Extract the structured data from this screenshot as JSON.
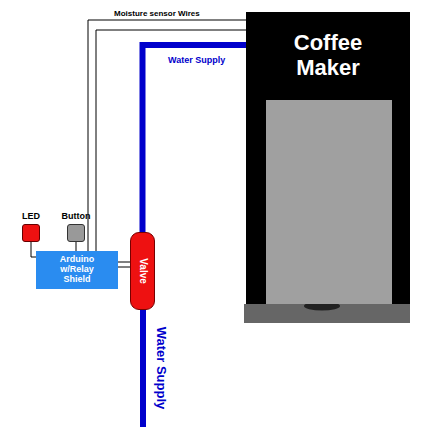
{
  "diagram": {
    "nodes": [
      {
        "text": [
          "Coffee Maker"
        ]
      },
      {
        "text": [
          "LED"
        ]
      },
      {
        "text": [
          "Button"
        ]
      },
      {
        "text": [
          "Arduino w/Relay Shield"
        ]
      },
      {
        "text": [
          "Valve"
        ]
      }
    ],
    "edges": [
      {
        "from": 1,
        "to": 3,
        "arrow": "none"
      },
      {
        "from": 2,
        "to": 3,
        "arrow": "none"
      },
      {
        "from": 3,
        "to": 4,
        "arrow": "none"
      },
      {
        "from": 3,
        "to": 0,
        "arrow": "none"
      },
      {
        "from": 4,
        "to": 0,
        "arrow": "none",
        "label": "Water Supply"
      }
    ],
    "labels": [
      "Moisture sensor Wires",
      "Water Supply"
    ]
  }
}
